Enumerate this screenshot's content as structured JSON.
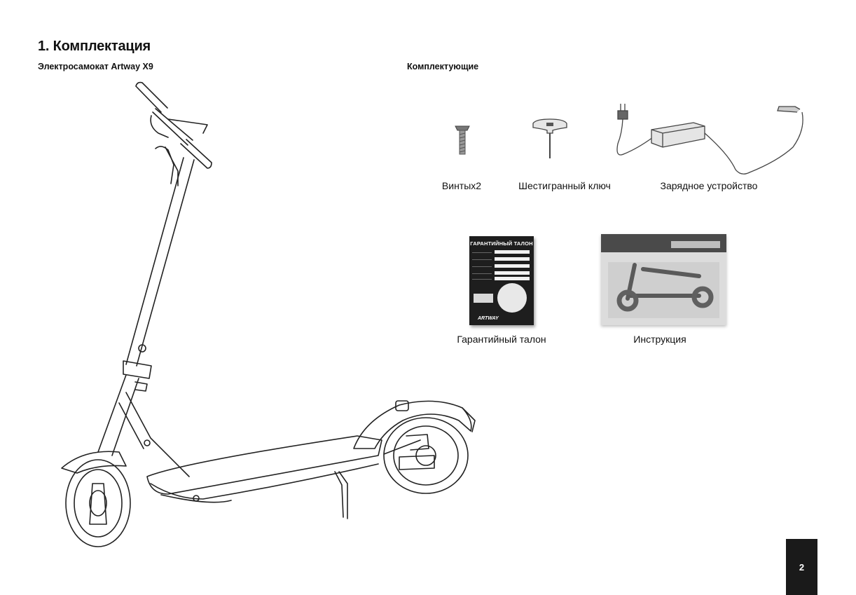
{
  "section_title": "1. Комплектация",
  "product_title": "Электросамокат Artway X9",
  "accessories_title": "Комплектующие",
  "accessories": [
    {
      "label": "Винтых2",
      "icon": "screw-icon"
    },
    {
      "label": "Шестигранный ключ",
      "icon": "hex-key-icon"
    },
    {
      "label": "Зарядное устройство",
      "icon": "charger-icon"
    },
    {
      "label": "Гарантийный талон",
      "icon": "warranty-card-icon"
    },
    {
      "label": "Инструкция",
      "icon": "manual-icon"
    }
  ],
  "warranty_card": {
    "title": "ГАРАНТИЙНЫЙ ТАЛОН",
    "brand": "ARTWAY"
  },
  "page_number": "2"
}
